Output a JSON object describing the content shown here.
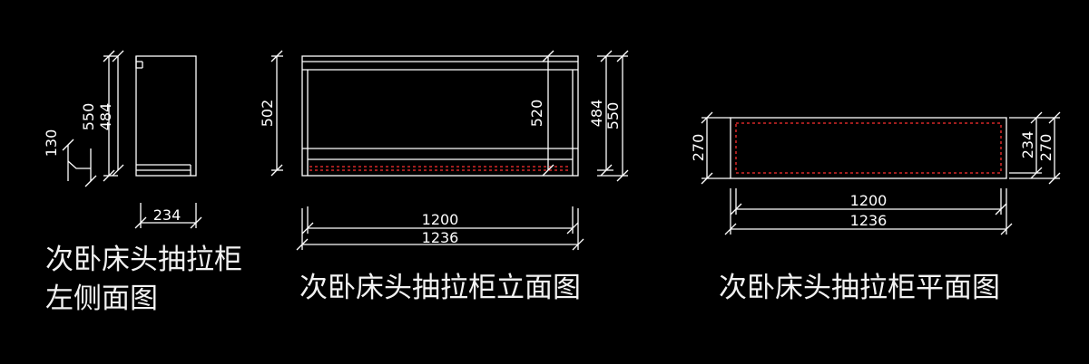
{
  "colors": {
    "background": "#000000",
    "line": "#ffffff",
    "hidden": "#ff3030"
  },
  "side_view": {
    "caption": "次卧床头抽拉柜左侧面图",
    "dims": {
      "total_height": "550",
      "inner_height": "484",
      "base": "130",
      "width": "234"
    }
  },
  "elevation": {
    "caption": "次卧床头抽拉柜立面图",
    "dims": {
      "left_height": "502",
      "inner_height": "520",
      "right_inner": "484",
      "right_total": "550",
      "inner_width": "1200",
      "total_width": "1236"
    }
  },
  "plan": {
    "caption": "次卧床头抽拉柜平面图",
    "dims": {
      "left_depth": "270",
      "right_inner": "234",
      "right_total": "270",
      "inner_width": "1200",
      "total_width": "1236"
    }
  }
}
